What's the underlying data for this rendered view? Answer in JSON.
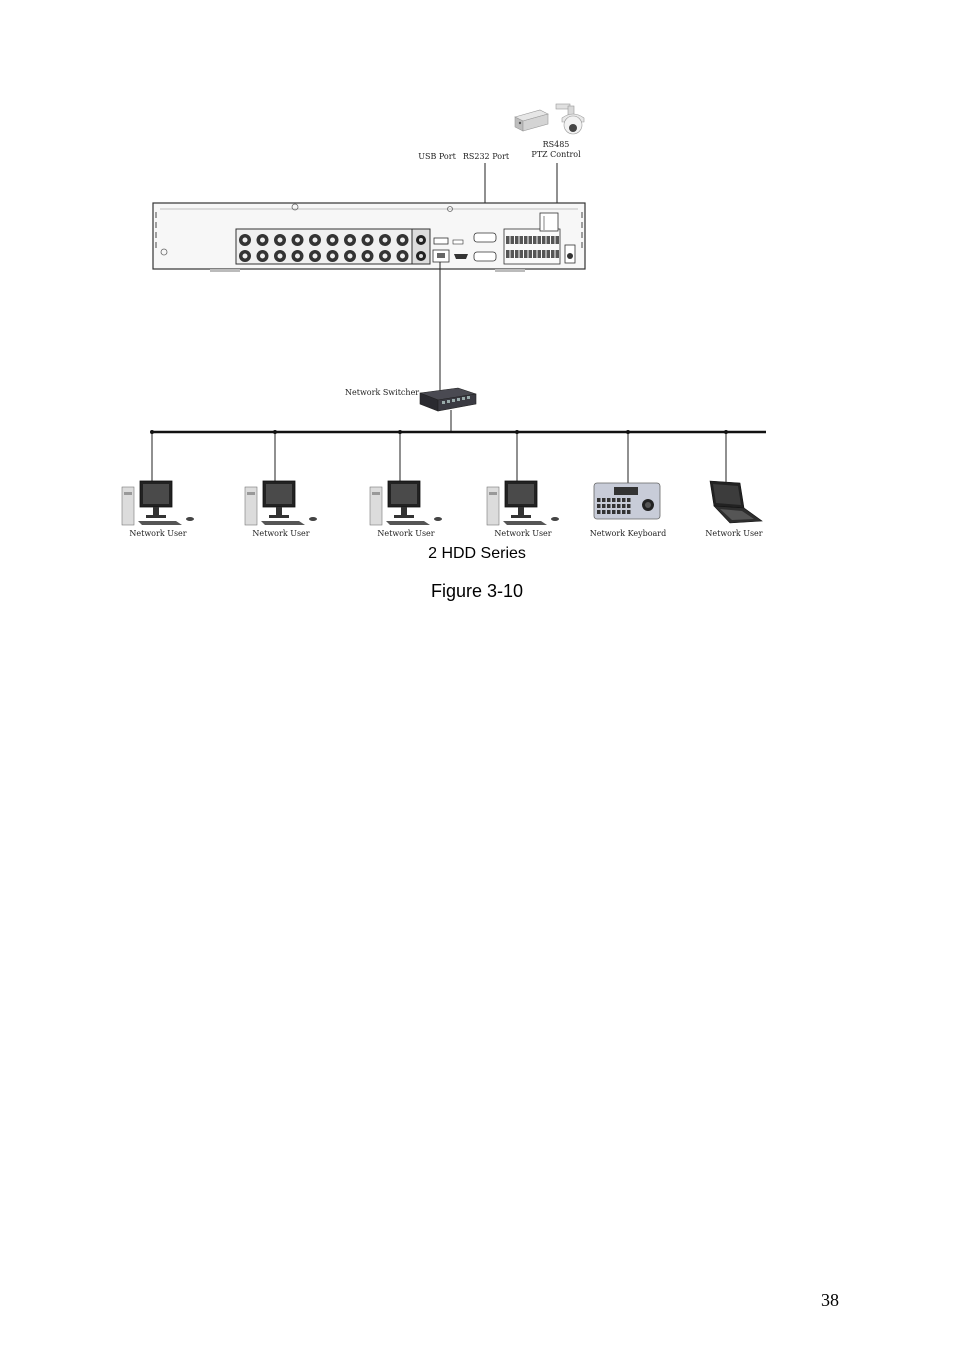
{
  "diagram": {
    "labels": {
      "usb_port": "USB Port",
      "rs232_port": "RS232 Port",
      "rs485": "RS485",
      "ptz_control": "PTZ Control",
      "network_switcher": "Network Switcher"
    },
    "devices": [
      {
        "label": "Network User",
        "kind": "desktop"
      },
      {
        "label": "Network User",
        "kind": "desktop"
      },
      {
        "label": "Network User",
        "kind": "desktop"
      },
      {
        "label": "Network User",
        "kind": "desktop"
      },
      {
        "label": "Network Keyboard",
        "kind": "keyboard"
      },
      {
        "label": "Network User",
        "kind": "laptop"
      }
    ]
  },
  "captions": {
    "series": "2 HDD Series",
    "figure": "Figure 3-10"
  },
  "page_number": "38"
}
